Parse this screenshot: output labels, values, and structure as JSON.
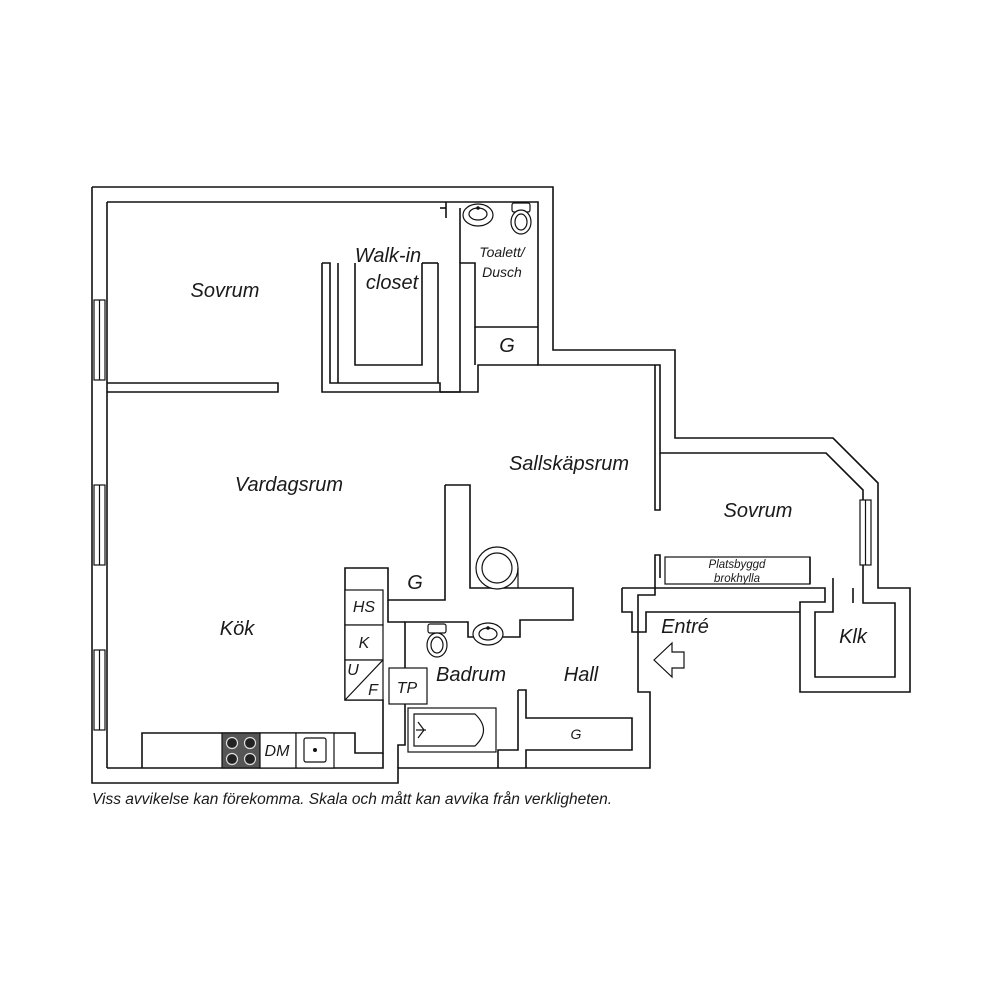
{
  "rooms": {
    "sovrum_1": "Sovrum",
    "walk_in_line1": "Walk-in",
    "walk_in_line2": "closet",
    "toalett_line1": "Toalett/",
    "toalett_line2": "Dusch",
    "g_top": "G",
    "sallskapsrum": "Sallskäpsrum",
    "vardagsrum": "Vardagsrum",
    "sovrum_2": "Sovrum",
    "brokhylla_line1": "Platsbyggd",
    "brokhylla_line2": "brokhylla",
    "kok": "Kök",
    "g_middle": "G",
    "entre": "Entré",
    "klk": "Klk",
    "badrum": "Badrum",
    "hall": "Hall",
    "g_hall": "G"
  },
  "appliances": {
    "hs": "HS",
    "k": "K",
    "u": "U",
    "f": "F",
    "dm": "DM",
    "tp": "TP"
  },
  "disclaimer": "Viss avvikelse kan förekomma. Skala och mått kan avvika från verkligheten.",
  "colors": {
    "wall": "#111111",
    "background": "#ffffff",
    "stove": "#555555"
  }
}
